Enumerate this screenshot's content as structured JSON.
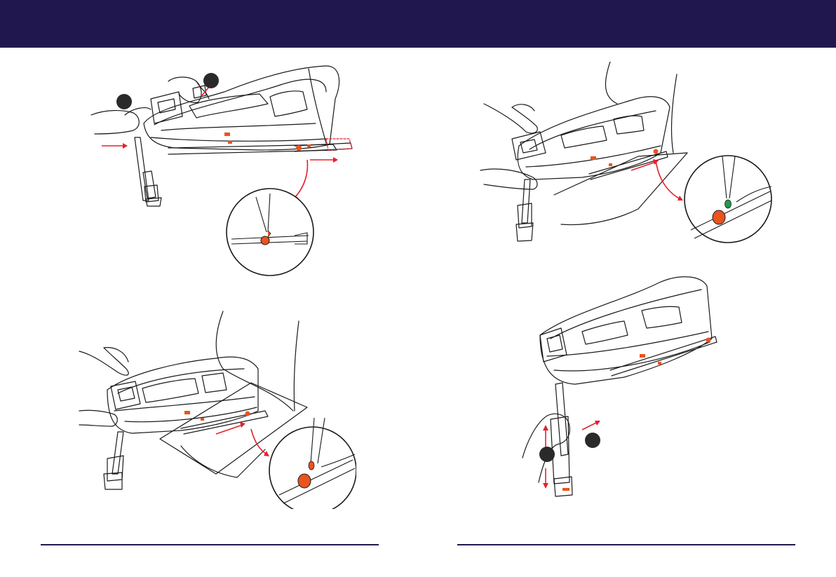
{
  "header": {
    "background_color": "#21174f"
  },
  "illustrations": [
    {
      "id": "release-extend",
      "step_badges": [
        "",
        ""
      ]
    },
    {
      "id": "push-base-back"
    },
    {
      "id": "slide-base-click",
      "indicator_color": "#1f9a4a"
    },
    {
      "id": "adjust-support-leg",
      "step_badges": [
        "",
        ""
      ]
    }
  ],
  "colors": {
    "arrow_red": "#e5202a",
    "accent_orange": "#e8541e",
    "line": "#1a1a1a",
    "badge": "#2a2a2a",
    "footer_rule": "#21174f"
  }
}
